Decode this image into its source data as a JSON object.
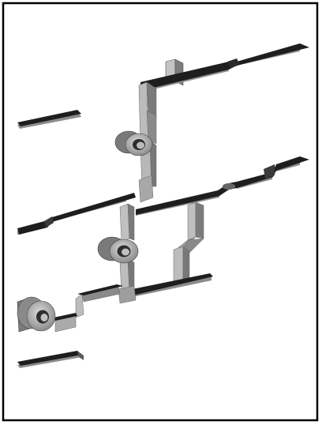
{
  "figure": {
    "background_color": "#ffffff",
    "frame_color": "#000000",
    "colors": {
      "top_face": "#1c1c1c",
      "side_face": "#9a9a9a",
      "light_face": "#bdbdbd",
      "dark_face": "#6e6e6e",
      "ring_face": "#a8a8a8",
      "ring_hole": "#303030"
    },
    "components": [
      "upper-branch-strip",
      "upper-tab",
      "upper-riser",
      "upper-ring-junction",
      "upper-loose-strip",
      "middle-left-strip",
      "middle-right-strip",
      "middle-stepped-riser",
      "middle-ring-junction",
      "middle-vertical-connector",
      "lower-horizontal-strip",
      "lower-left-ring-junction",
      "lower-left-strip",
      "bottom-loose-strip"
    ]
  }
}
